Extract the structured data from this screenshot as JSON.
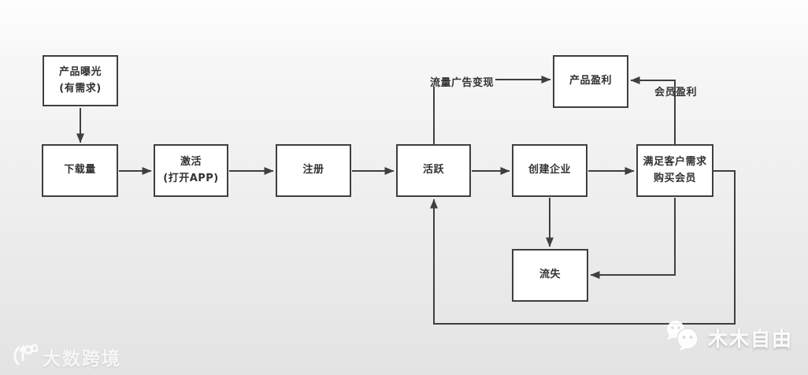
{
  "diagram": {
    "nodes": {
      "exposure": "产品曝光\n(有需求)",
      "downloads": "下载量",
      "activation": "激活\n(打开APP)",
      "register": "注册",
      "active": "活跃",
      "create_company": "创建企业",
      "satisfy_needs": "满足客户需求\n购买会员",
      "product_profit": "产品盈利",
      "churn": "流失"
    },
    "edge_labels": {
      "ad_monetization": "流量广告变现",
      "member_profit": "会员盈利"
    },
    "colors": {
      "line": "#3f3f3f",
      "node_background": "#ffffff",
      "node_text": "#333333"
    }
  },
  "watermarks": {
    "bottom_left": "大数跨境",
    "bottom_right": "木木自由"
  }
}
